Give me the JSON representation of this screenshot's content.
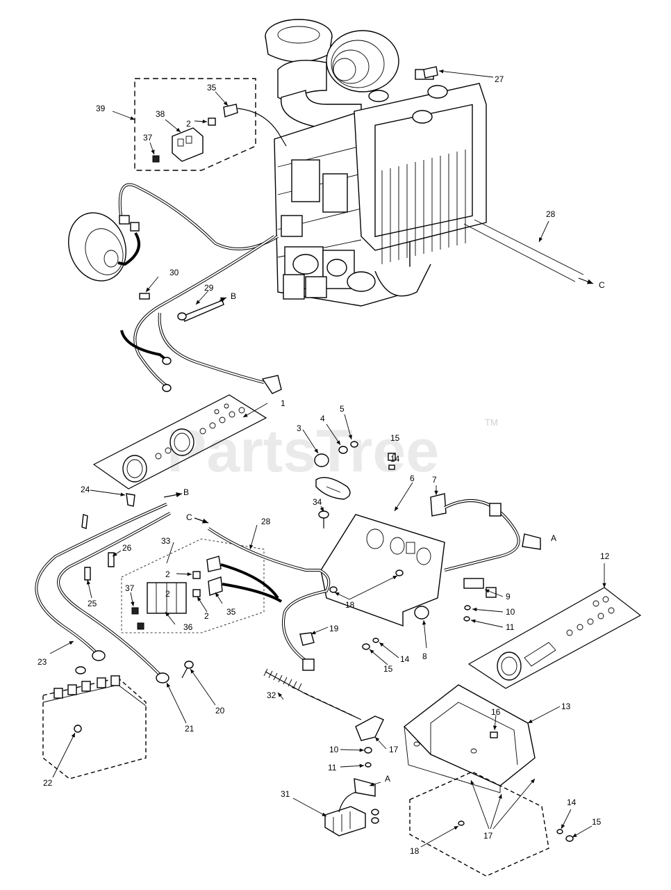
{
  "watermark": "PartsTree",
  "trademark": "TM",
  "callouts": {
    "p1": "1",
    "p2a": "2",
    "p2b": "2",
    "p2c": "2",
    "p2d": "2",
    "p3": "3",
    "p4": "4",
    "p5": "5",
    "p6": "6",
    "p7": "7",
    "p8": "8",
    "p9": "9",
    "p10a": "10",
    "p10b": "10",
    "p11a": "11",
    "p11b": "11",
    "p12": "12",
    "p13": "13",
    "p14a": "14",
    "p14b": "14",
    "p14c": "14",
    "p15a": "15",
    "p15b": "15",
    "p15c": "15",
    "p16": "16",
    "p17a": "17",
    "p17b": "17",
    "p18a": "18",
    "p18b": "18",
    "p19": "19",
    "p20": "20",
    "p21": "21",
    "p22": "22",
    "p23": "23",
    "p24": "24",
    "p25": "25",
    "p26": "26",
    "p27": "27",
    "p28a": "28",
    "p28b": "28",
    "p29": "29",
    "p30": "30",
    "p31": "31",
    "p32": "32",
    "p33": "33",
    "p34": "34",
    "p35a": "35",
    "p35b": "35",
    "p36": "36",
    "p37a": "37",
    "p37b": "37",
    "p38": "38",
    "p39": "39",
    "refA1": "A",
    "refA2": "A",
    "refB1": "B",
    "refB2": "B",
    "refC1": "C",
    "refC2": "C"
  }
}
